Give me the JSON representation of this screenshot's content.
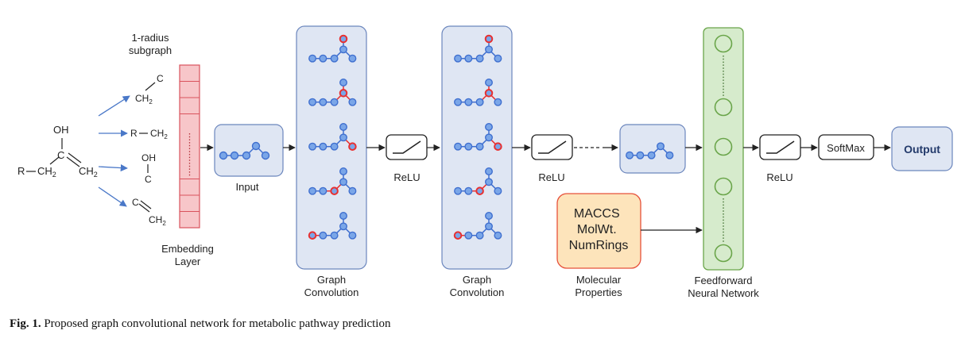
{
  "chem": {
    "oh": "OH",
    "r_left": "R",
    "ch2_left": "CH",
    "ch2_right": "CH",
    "c_junction": "C",
    "sub": "2"
  },
  "subgraph": {
    "title_line1": "1-radius",
    "title_line2": "subgraph",
    "frag1": {
      "c": "C",
      "ch": "CH",
      "sub": "2"
    },
    "frag2": {
      "r": "R",
      "ch": "CH",
      "sub": "2"
    },
    "frag3": {
      "oh": "OH",
      "c": "C"
    },
    "frag4": {
      "c": "C",
      "ch": "CH",
      "sub": "2"
    }
  },
  "embedding": {
    "label_line1": "Embedding",
    "label_line2": "Layer"
  },
  "input": {
    "label": "Input"
  },
  "graph_conv": {
    "label_line1": "Graph",
    "label_line2": "Convolution"
  },
  "relu": {
    "label": "ReLU"
  },
  "mol_props": {
    "items": [
      "MACCS",
      "MolWt.",
      "NumRings"
    ],
    "label_line1": "Molecular",
    "label_line2": "Properties"
  },
  "ffnn": {
    "label_line1": "Feedforward",
    "label_line2": "Neural Network"
  },
  "softmax": {
    "label": "SoftMax"
  },
  "output": {
    "label": "Output"
  },
  "caption": {
    "prefix": "Fig. 1.",
    "text": " Proposed graph convolutional network for metabolic pathway prediction"
  },
  "colors": {
    "node_blue": "#7aa6e8",
    "node_red": "#e83030",
    "edge_blue": "#3f6fcf",
    "box_fill": "#dfe6f3",
    "box_stroke": "#6b86bd",
    "green_fill": "#d6ebcc",
    "green_stroke": "#6aa54a",
    "emb_fill": "#f7c6c9",
    "emb_stroke": "#d9535d",
    "props_fill": "#fde4bb",
    "props_stroke": "#e6503a"
  }
}
